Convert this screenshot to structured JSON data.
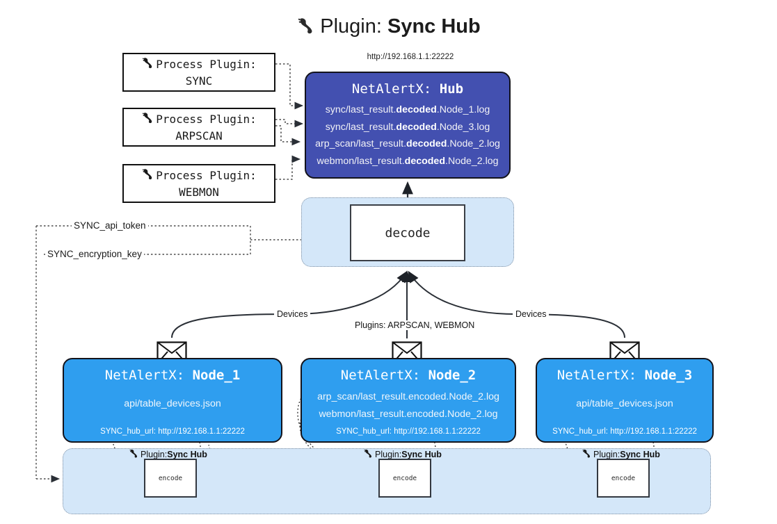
{
  "title": {
    "icon": "plug-icon",
    "prefix": "Plugin: ",
    "name": "Sync Hub"
  },
  "hub": {
    "url": "http://192.168.1.1:22222",
    "title_prefix": "NetAlertX: ",
    "title_name": "Hub",
    "rows": [
      {
        "pre": "sync/last_result.",
        "strong": "decoded",
        "post": ".Node_1.log"
      },
      {
        "pre": "sync/last_result.",
        "strong": "decoded",
        "post": ".Node_3.log"
      },
      {
        "pre": "arp_scan/last_result.",
        "strong": "decoded",
        "post": ".Node_2.log"
      },
      {
        "pre": "webmon/last_result.",
        "strong": "decoded",
        "post": ".Node_2.log"
      }
    ],
    "color": "#4350b0"
  },
  "process_plugins": [
    {
      "label": "Process Plugin:",
      "name": "SYNC",
      "icon": "plug-icon"
    },
    {
      "label": "Process Plugin:",
      "name": "ARPSCAN",
      "icon": "plug-icon"
    },
    {
      "label": "Process Plugin:",
      "name": "WEBMON",
      "icon": "plug-icon"
    }
  ],
  "decode": {
    "label": "decode",
    "container_color": "#d4e7f9"
  },
  "config": {
    "api_token": "SYNC_api_token",
    "encryption_key": "SYNC_encryption_key"
  },
  "edge_labels": {
    "devices_left": "Devices",
    "devices_right": "Devices",
    "plugins_center": "Plugins: ARPSCAN, WEBMON"
  },
  "nodes": [
    {
      "title_prefix": "NetAlertX: ",
      "title_name": "Node_1",
      "rows": [
        "api/table_devices.json"
      ],
      "hub_url_label": "SYNC_hub_url: ",
      "hub_url": "http://192.168.1.1:22222",
      "icon": "envelope-icon",
      "color": "#2f9eef"
    },
    {
      "title_prefix": "NetAlertX: ",
      "title_name": "Node_2",
      "rows": [
        "arp_scan/last_result.encoded.Node_2.log",
        "webmon/last_result.encoded.Node_2.log"
      ],
      "hub_url_label": "SYNC_hub_url: ",
      "hub_url": "http://192.168.1.1:22222",
      "icon": "envelope-icon",
      "color": "#2f9eef"
    },
    {
      "title_prefix": "NetAlertX: ",
      "title_name": "Node_3",
      "rows": [
        "api/table_devices.json"
      ],
      "hub_url_label": "SYNC_hub_url: ",
      "hub_url": "http://192.168.1.1:22222",
      "icon": "envelope-icon",
      "color": "#2f9eef"
    }
  ],
  "encoders": [
    {
      "caption_prefix": "Plugin: ",
      "caption_name": "Sync Hub",
      "label": "encode",
      "icon": "plug-icon"
    },
    {
      "caption_prefix": "Plugin: ",
      "caption_name": "Sync Hub",
      "label": "encode",
      "icon": "plug-icon"
    },
    {
      "caption_prefix": "Plugin: ",
      "caption_name": "Sync Hub",
      "label": "encode",
      "icon": "plug-icon"
    }
  ]
}
